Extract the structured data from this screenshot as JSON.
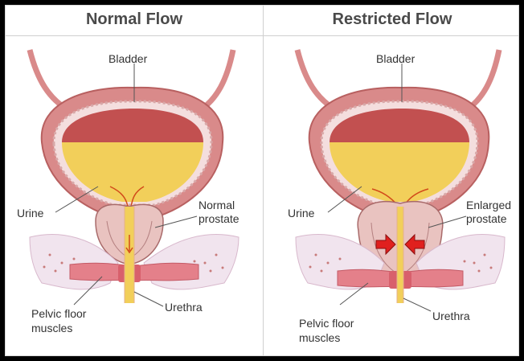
{
  "left": {
    "title": "Normal Flow",
    "labels": {
      "bladder": "Bladder",
      "urine": "Urine",
      "prostate_line1": "Normal",
      "prostate_line2": "prostate",
      "pelvic_line1": "Pelvic floor",
      "pelvic_line2": "muscles",
      "urethra": "Urethra"
    }
  },
  "right": {
    "title": "Restricted Flow",
    "labels": {
      "bladder": "Bladder",
      "urine": "Urine",
      "prostate_line1": "Enlarged",
      "prostate_line2": "prostate",
      "pelvic_line1": "Pelvic floor",
      "pelvic_line2": "muscles",
      "urethra": "Urethra"
    }
  },
  "colors": {
    "bladder_wall": "#d98a8a",
    "bladder_inner": "#c25050",
    "urine": "#f2cf5a",
    "prostate": "#e9c3c0",
    "bone": "#f1e4ee",
    "muscle": "#e4808a",
    "arrow": "#e0201e"
  }
}
